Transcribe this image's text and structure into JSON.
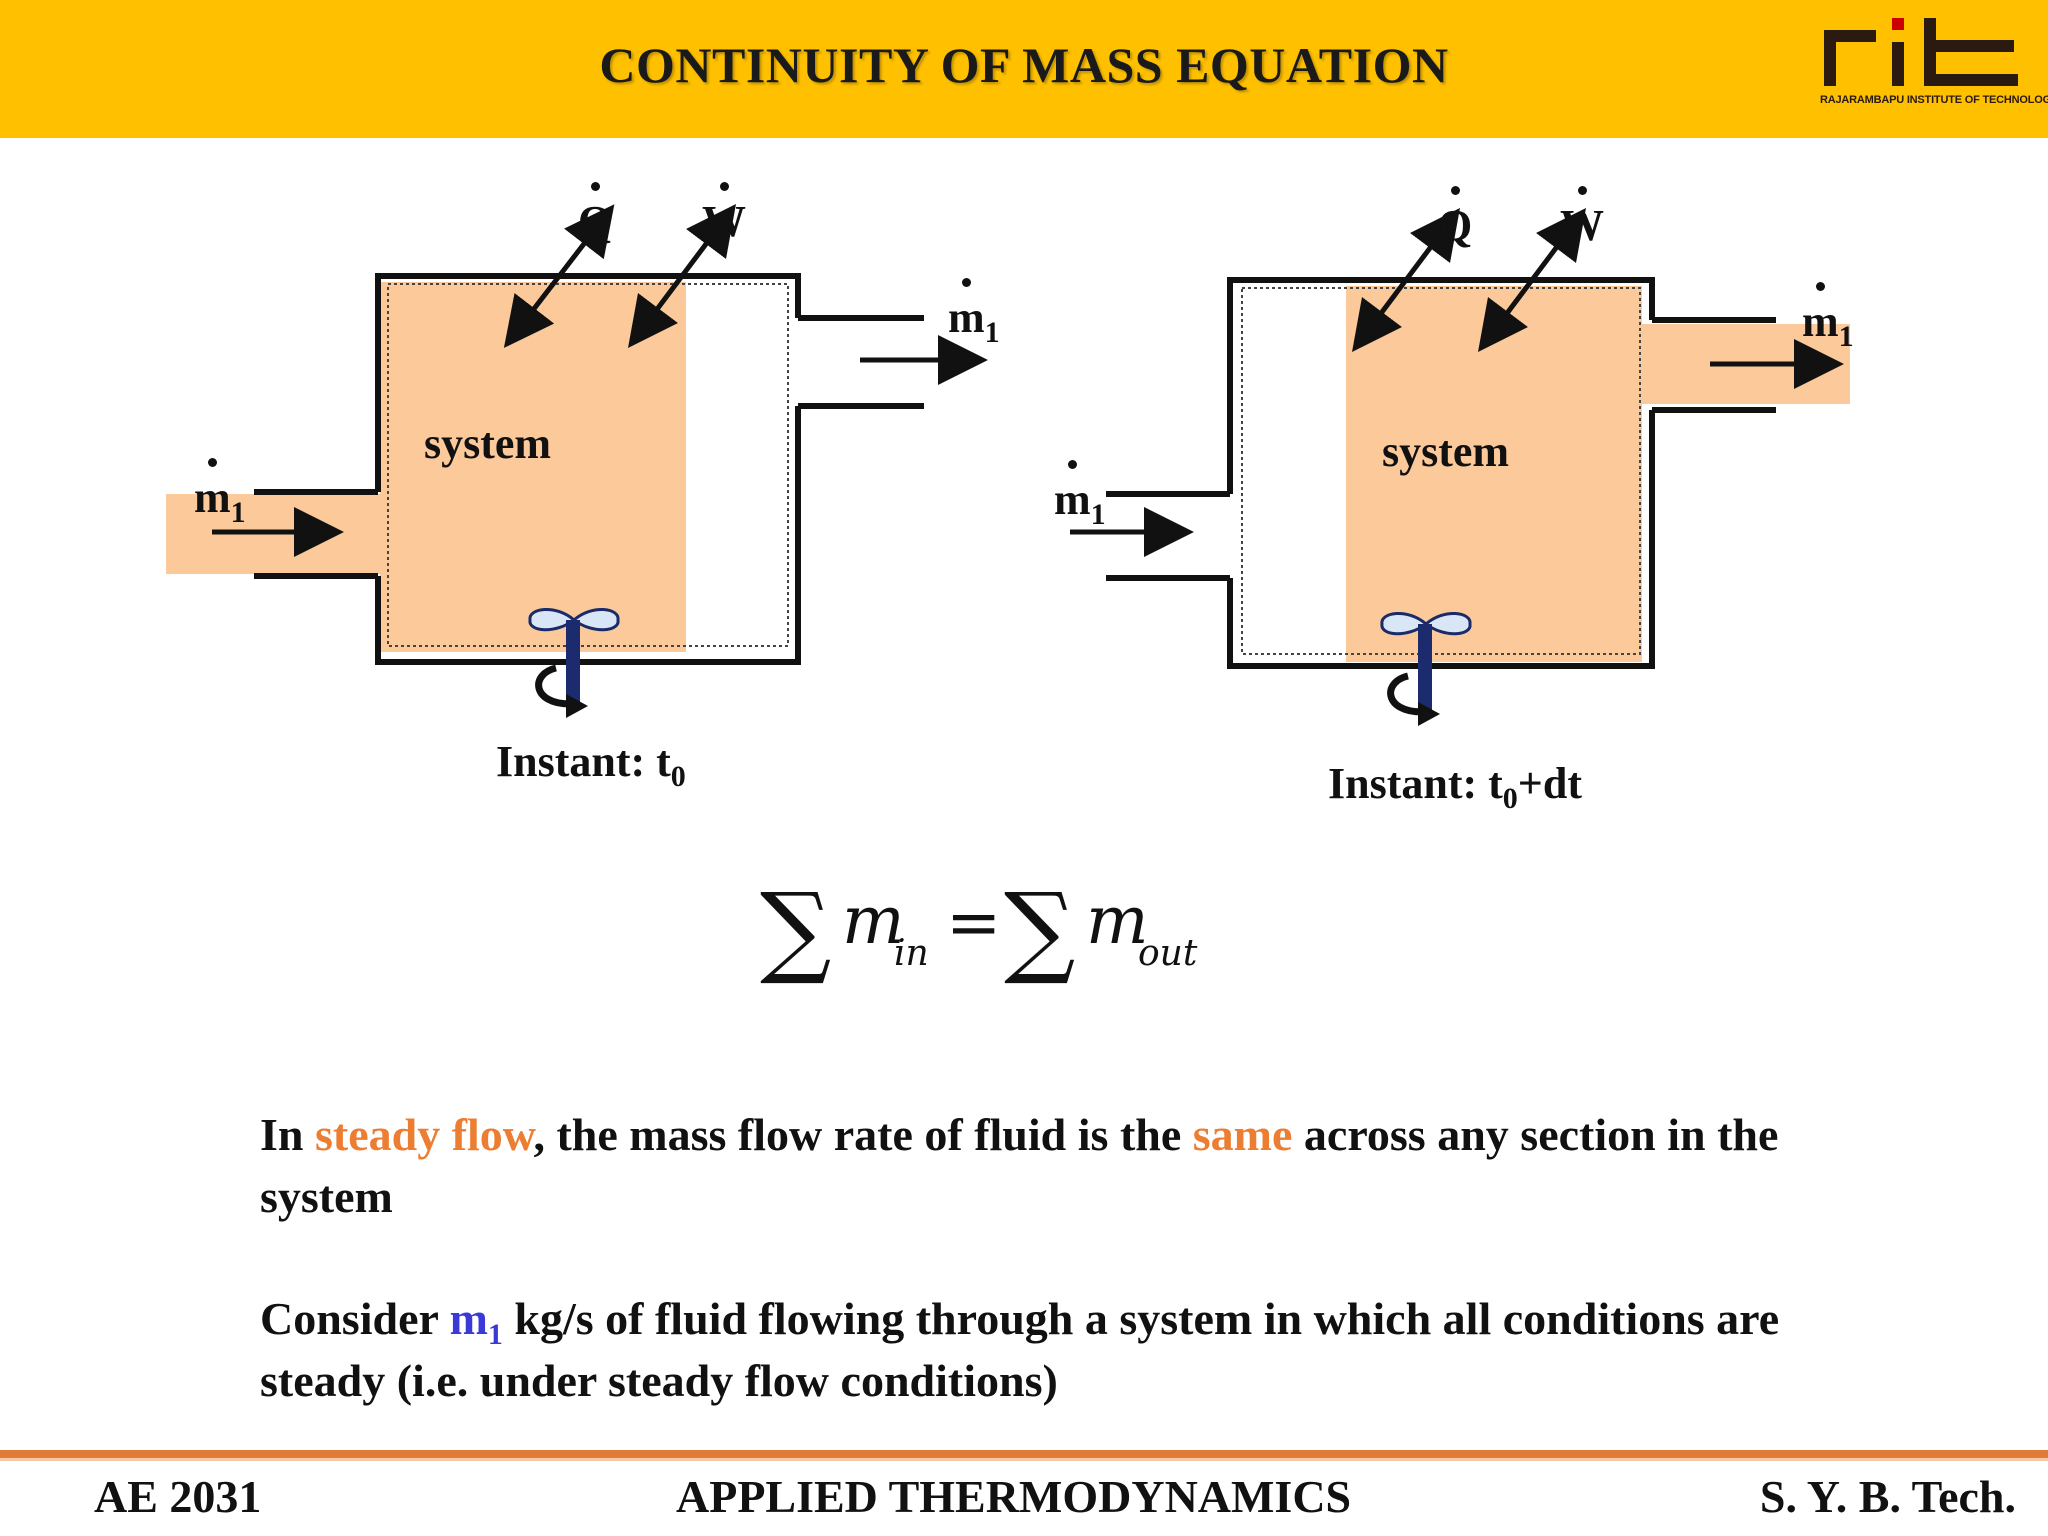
{
  "header": {
    "title": "CONTINUITY OF MASS EQUATION",
    "logo_text": "rit",
    "logo_caption": "RAJARAMBAPU INSTITUTE OF TECHNOLOGY",
    "background_color": "#ffc000"
  },
  "diagram_left": {
    "heat_label": "Q",
    "work_label": "W",
    "mass_in_label": "m",
    "mass_in_sub": "1",
    "mass_out_label": "m",
    "mass_out_sub": "1",
    "system_label": "system",
    "instant_label": "Instant: t",
    "instant_sub": "0",
    "instant_suffix": ""
  },
  "diagram_right": {
    "heat_label": "Q",
    "work_label": "W",
    "mass_in_label": "m",
    "mass_in_sub": "1",
    "mass_out_label": "m",
    "mass_out_sub": "1",
    "system_label": "system",
    "instant_label": "Instant: t",
    "instant_sub": "0",
    "instant_suffix": "+dt"
  },
  "equation": {
    "sigma": "∑",
    "m": "m",
    "in_sub": "in",
    "equals": "=",
    "out_sub": "out"
  },
  "paragraph1": {
    "part1": "In ",
    "highlight1": "steady flow",
    "part2": ", the mass flow rate of fluid is the ",
    "highlight2": "same",
    "part3": " across any section in the system"
  },
  "paragraph2": {
    "part1": "Consider ",
    "highlight": "m",
    "highlight_sub": "1",
    "part2": " kg/s of fluid flowing through a system in which all conditions are steady (i.e. under steady flow conditions)"
  },
  "footer": {
    "left": "AE 2031",
    "center": "APPLIED THERMODYNAMICS",
    "right": "S. Y. B. Tech."
  },
  "colors": {
    "accent_orange": "#ed7d31",
    "highlight_blue": "#3a3ad6",
    "fill_peach": "#fbc99a",
    "footer_line": "#e07b39"
  }
}
